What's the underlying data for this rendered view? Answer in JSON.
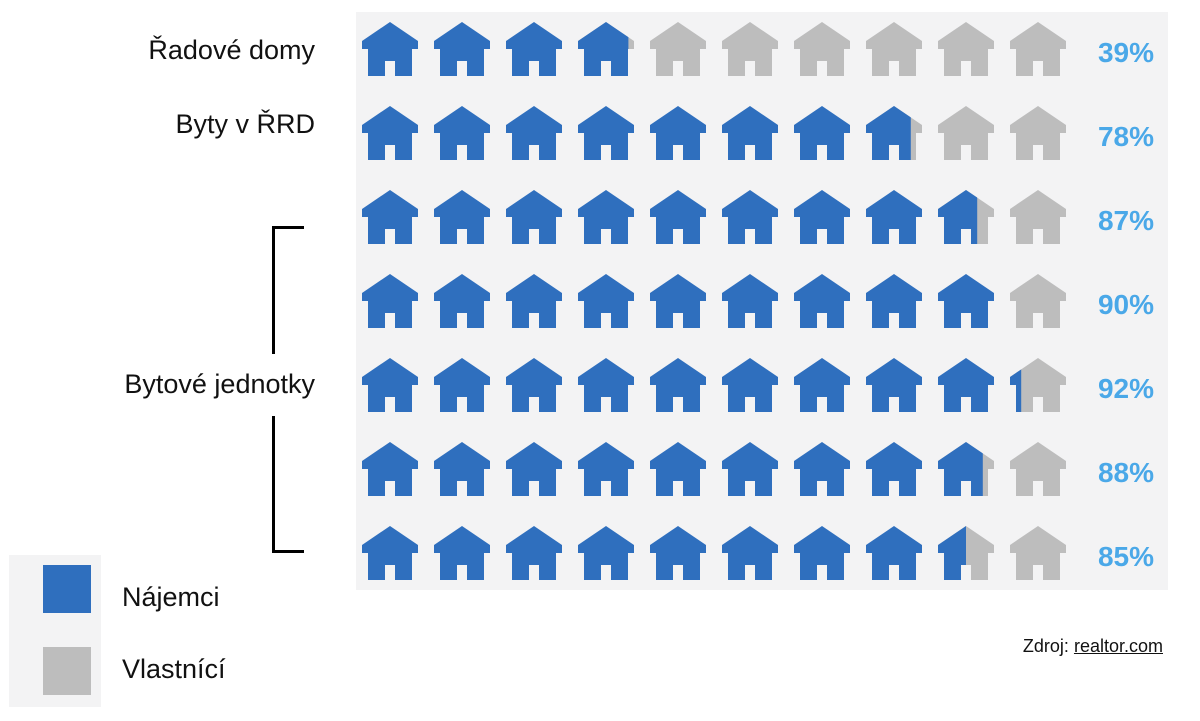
{
  "chart_data": {
    "type": "pictograph",
    "icons_per_row": 10,
    "series": [
      {
        "name": "Nájemci",
        "color": "#2f6fbe"
      },
      {
        "name": "Vlastnící",
        "color": "#bdbdbd"
      }
    ],
    "rows": [
      {
        "label": "Řadové domy",
        "value": 39,
        "value_label": "39%"
      },
      {
        "label": "Byty v ŘRD",
        "value": 78,
        "value_label": "78%"
      },
      {
        "label": "",
        "value": 87,
        "value_label": "87%"
      },
      {
        "label": "",
        "value": 90,
        "value_label": "90%"
      },
      {
        "label": "",
        "value": 92,
        "value_label": "92%"
      },
      {
        "label": "",
        "value": 88,
        "value_label": "88%"
      },
      {
        "label": "",
        "value": 85,
        "value_label": "85%"
      }
    ],
    "group_label": "Bytové jednotky",
    "value_color": "#4aa8e8"
  },
  "legend": {
    "renters_label": "Nájemci",
    "owners_label": "Vlastnící"
  },
  "source": {
    "prefix": "Zdroj:",
    "link": "realtor.com"
  }
}
